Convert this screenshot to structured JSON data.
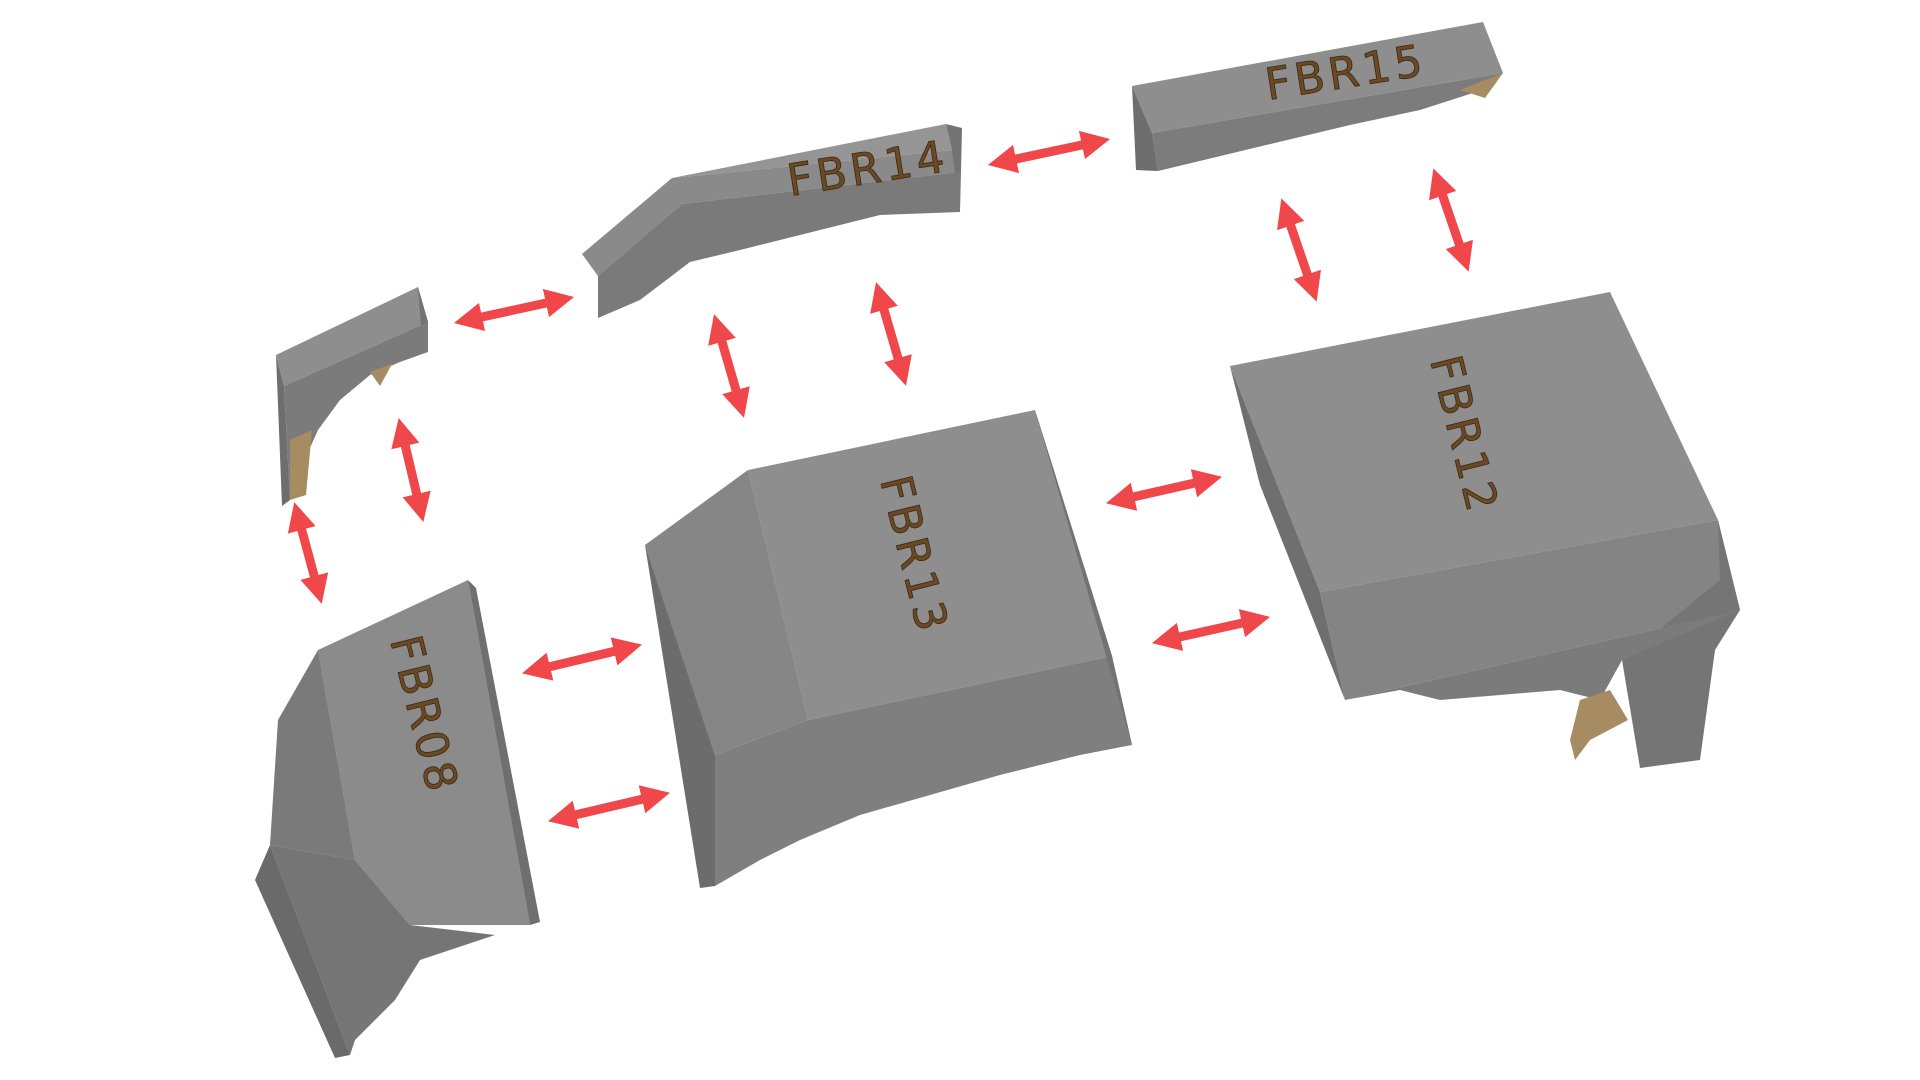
{
  "colors": {
    "top_face": "#8f8f8f",
    "light_face": "#8a8a8a",
    "mid_face": "#7e7e7e",
    "dark_face": "#6e6e6e",
    "broken_edge": "#a78b63",
    "arrow": "#f0484a",
    "label": "#6a4a24"
  },
  "blocks": [
    {
      "id": "fbr08",
      "label": "FBR08"
    },
    {
      "id": "fbr13",
      "label": "FBR13"
    },
    {
      "id": "fbr12",
      "label": "FBR12"
    },
    {
      "id": "fbr14",
      "label": "FBR14"
    },
    {
      "id": "fbr15",
      "label": "FBR15"
    },
    {
      "id": "fragment",
      "label": ""
    }
  ],
  "connections": [
    {
      "from": "fragment",
      "to": "fbr14"
    },
    {
      "from": "fbr14",
      "to": "fbr15"
    },
    {
      "from": "fragment",
      "to": "fbr08"
    },
    {
      "from": "fbr14",
      "to": "fbr13"
    },
    {
      "from": "fbr15",
      "to": "fbr12"
    },
    {
      "from": "fbr08",
      "to": "fbr13"
    },
    {
      "from": "fbr13",
      "to": "fbr12"
    }
  ]
}
